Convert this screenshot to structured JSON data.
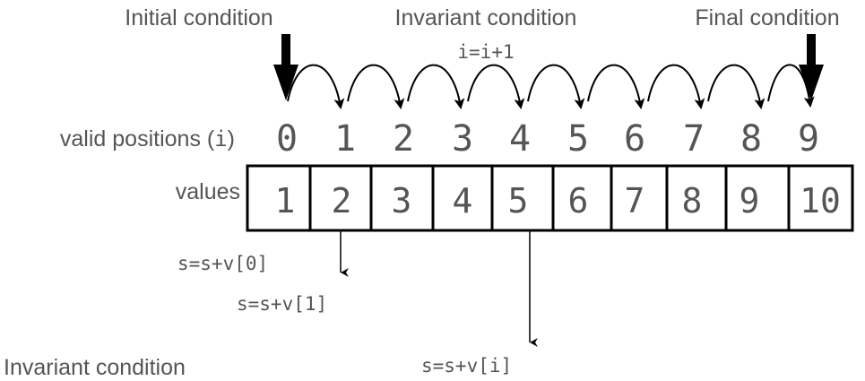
{
  "labels": {
    "initial_condition": "Initial condition",
    "invariant_condition_top": "Invariant condition",
    "final_condition": "Final condition",
    "increment": "i=i+1",
    "valid_positions_prefix": "valid positions (",
    "valid_positions_var": "i",
    "valid_positions_suffix": ")",
    "values_label": "values",
    "step_first": "s=s+v[0]",
    "step_second": "s=s+v[1]",
    "step_general": "s=s+v[i]",
    "invariant_condition_bottom": "Invariant condition"
  },
  "array": {
    "indices": [
      "0",
      "1",
      "2",
      "3",
      "4",
      "5",
      "6",
      "7",
      "8",
      "9"
    ],
    "values": [
      "1",
      "2",
      "3",
      "4",
      "5",
      "6",
      "7",
      "8",
      "9",
      "10"
    ]
  },
  "colors": {
    "text": "#555555",
    "lines": "#000000"
  }
}
